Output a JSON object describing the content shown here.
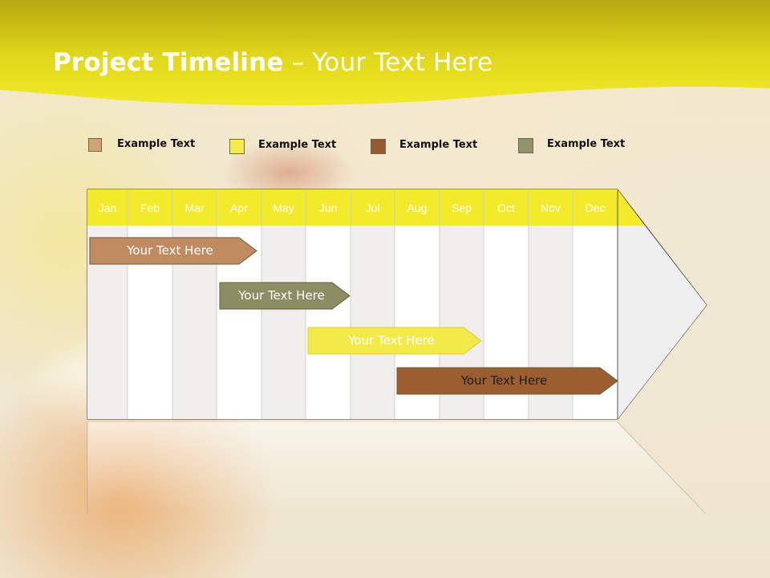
{
  "slide": {
    "title_bold": "Project Timeline",
    "title_rest": " – Your Text Here"
  },
  "legend": [
    {
      "label": "Example Text",
      "color": "#d4a173"
    },
    {
      "label": "Example Text",
      "color": "#f4ec4e"
    },
    {
      "label": "Example Text",
      "color": "#96582c"
    },
    {
      "label": "Example Text",
      "color": "#8f946a"
    }
  ],
  "months": [
    "Jan",
    "Feb",
    "Mar",
    "Apr",
    "May",
    "Jun",
    "Jul",
    "Aug",
    "Sep",
    "Oct",
    "Nov",
    "Dec"
  ],
  "tasks": [
    {
      "label": "Your  Text Here",
      "start_month": "Jan",
      "end_month": "Apr",
      "color": "#c08b60"
    },
    {
      "label": "Your  Text Here",
      "start_month": "Apr",
      "end_month": "Jun",
      "color": "#8b8e62"
    },
    {
      "label": "Your  Text Here",
      "start_month": "Jun",
      "end_month": "Sep",
      "color": "#f3ea4a"
    },
    {
      "label": "Your  Text Here",
      "start_month": "Aug",
      "end_month": "Dec",
      "color": "#9a5e2f"
    }
  ],
  "colors": {
    "header_yellow": "#e9e11e",
    "header_olive": "#b5a812",
    "month_row": "#f2ea2a"
  }
}
